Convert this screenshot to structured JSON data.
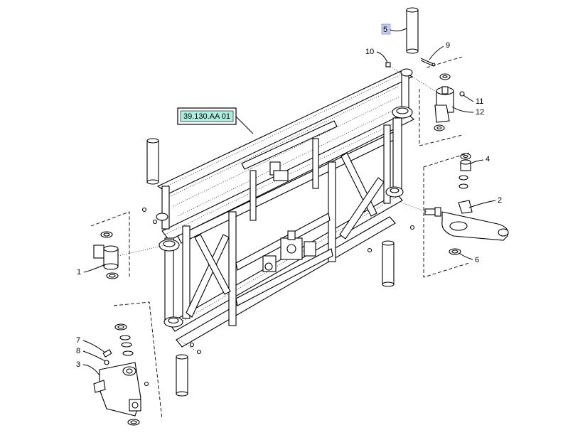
{
  "reference_box": {
    "text": "39.130.AA 01",
    "fill": "#aeeee0"
  },
  "highlight_color": "#c8cdf0",
  "callouts": [
    {
      "id": "1",
      "text": "1"
    },
    {
      "id": "2",
      "text": "2"
    },
    {
      "id": "3",
      "text": "3"
    },
    {
      "id": "4",
      "text": "4"
    },
    {
      "id": "5",
      "text": "5",
      "highlighted": true
    },
    {
      "id": "6",
      "text": "6"
    },
    {
      "id": "7",
      "text": "7"
    },
    {
      "id": "8",
      "text": "8"
    },
    {
      "id": "9",
      "text": "9"
    },
    {
      "id": "10",
      "text": "10"
    },
    {
      "id": "11",
      "text": "11"
    },
    {
      "id": "12",
      "text": "12"
    }
  ]
}
